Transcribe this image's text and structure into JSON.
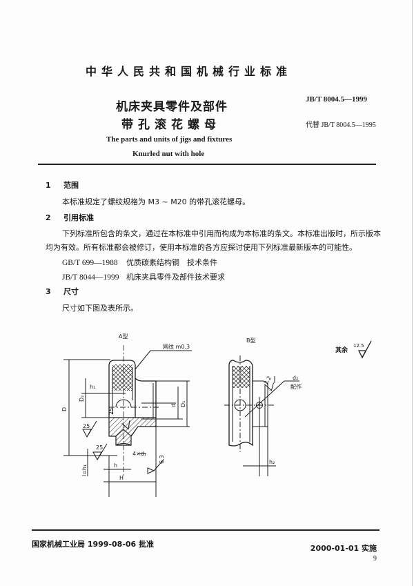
{
  "header": {
    "organization": "中华人民共和国机械行业标准",
    "title_cn_line1": "机床夹具零件及部件",
    "title_cn_line2": "带孔滚花螺母",
    "title_en_line1": "The parts and units of jigs and fixtures",
    "title_en_line2": "Knurled nut with hole",
    "standard_number": "JB/T 8004.5—1999",
    "replaces": "代替 JB/T 8004.5—1995"
  },
  "sections": [
    {
      "number": "1",
      "title": "范围",
      "paragraphs": [
        "本标准规定了螺纹规格为 M3 ~ M20 的带孔滚花螺母。"
      ]
    },
    {
      "number": "2",
      "title": "引用标准",
      "paragraphs": [
        "下列标准所包含的条文，通过在本标准中引用而构成为本标准的条文。本标准出版时，所示版本",
        "均为有效。所有标准都会被修订，使用本标准的各方应探讨使用下列标准最新版本的可能性。"
      ],
      "references": [
        {
          "code": "GB/T 699—1988",
          "title": "优质碳素结构钢　技术条件"
        },
        {
          "code": "JB/T 8044—1999",
          "title": "机床夹具零件及部件技术要求"
        }
      ]
    },
    {
      "number": "3",
      "title": "尺寸",
      "paragraphs": [
        "尺寸如下图及表所示。"
      ]
    }
  ],
  "figure": {
    "type_a_label": "A型",
    "type_b_label": "B型",
    "knurl_note": "网纹 m0.3",
    "roughness_other_label": "其余",
    "roughness_other_value": "12.5",
    "roughness_25": "25",
    "roughness_63": "6.3",
    "roughness_32": "3.2",
    "dim_D": "D",
    "dim_D1": "D₁",
    "dim_D2": "D₂",
    "dim_d": "d",
    "dim_h": "h",
    "dim_h1": "h₁",
    "dim_h2": "h₂",
    "dim_H": "H",
    "dim_l": "l=h₁",
    "dim_holes": "4×d₁",
    "dim_d2": "d₂",
    "match_drill": "配作"
  },
  "footer": {
    "approval": "国家机械工业局 1999-08-06 批准",
    "implementation": "2000-01-01 实施",
    "page_number": "9"
  }
}
